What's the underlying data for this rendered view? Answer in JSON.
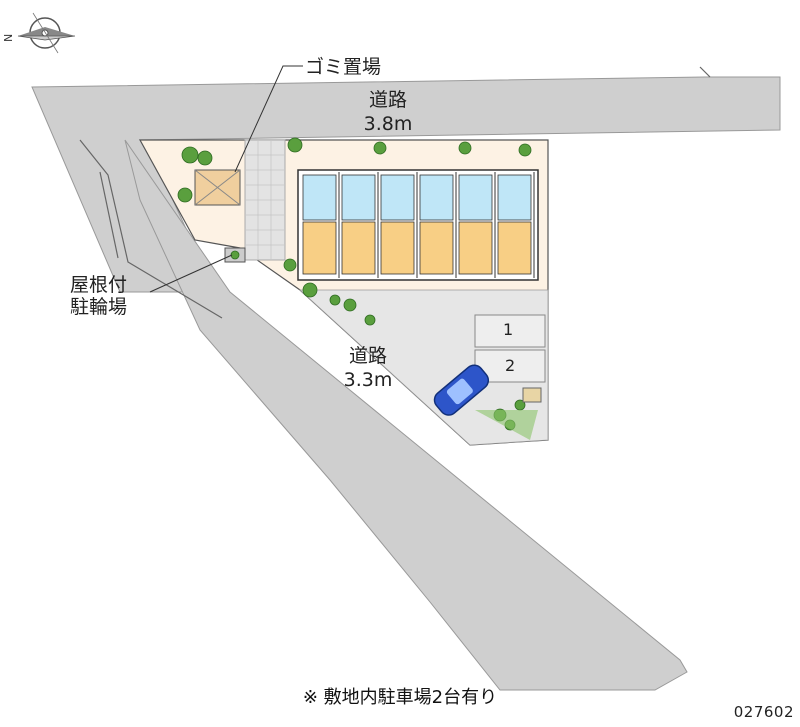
{
  "road_north": {
    "label": "道路",
    "width": "3.8m"
  },
  "road_south": {
    "label": "道路",
    "width": "3.3m"
  },
  "labels": {
    "garbage": "ゴミ置場",
    "bike_line1": "屋根付",
    "bike_line2": "駐輪場"
  },
  "compass": {
    "letter": "N"
  },
  "parking": {
    "spots": [
      "1",
      "2"
    ]
  },
  "units_count": 6,
  "footnote": "※ 敷地内駐車場2台有り",
  "property_code": "027602",
  "colors": {
    "road": "#cfcfcf",
    "lot": "#fdf2e4",
    "room_blue": "#bfe6f7",
    "room_orange": "#f8cf85",
    "paving": "#e3e3e3",
    "car": "#2d55c9",
    "green": "#5a9f3e"
  }
}
